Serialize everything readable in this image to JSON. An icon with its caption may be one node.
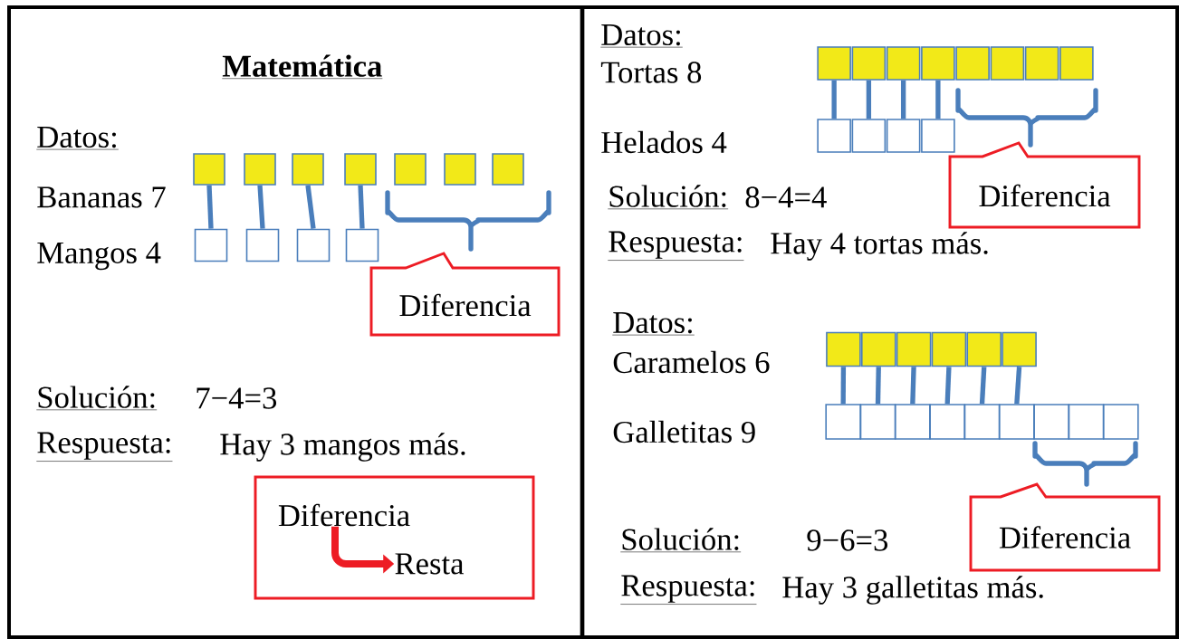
{
  "diagram": {
    "nodes": [
      {
        "text": [],
        "shape": "box"
      },
      {
        "text": [],
        "shape": "box"
      },
      {
        "text": [],
        "shape": "box"
      },
      {
        "text": [],
        "shape": "box"
      },
      {
        "text": [],
        "shape": "box"
      },
      {
        "text": [],
        "shape": "box"
      },
      {
        "text": [],
        "shape": "box"
      },
      {
        "text": [],
        "shape": "box"
      },
      {
        "text": [],
        "shape": "box"
      },
      {
        "text": [],
        "shape": "box"
      },
      {
        "text": [],
        "shape": "box"
      },
      {
        "text": [
          "Diferencia"
        ]
      },
      {
        "text": [],
        "shape": "box"
      },
      {
        "text": [
          "Diferencia"
        ],
        "in": 12
      },
      {
        "text": [
          "Resta"
        ],
        "in": 12
      },
      {
        "text": [],
        "shape": "box"
      },
      {
        "text": [],
        "shape": "box"
      },
      {
        "text": [],
        "shape": "box"
      },
      {
        "text": [],
        "shape": "box"
      },
      {
        "text": [],
        "shape": "box"
      },
      {
        "text": [],
        "shape": "box"
      },
      {
        "text": [],
        "shape": "box"
      },
      {
        "text": [],
        "shape": "box"
      },
      {
        "text": [],
        "shape": "box"
      },
      {
        "text": [],
        "shape": "box"
      },
      {
        "text": [],
        "shape": "box"
      },
      {
        "text": [],
        "shape": "box"
      },
      {
        "text": [
          "Diferencia"
        ]
      },
      {
        "text": [],
        "shape": "box"
      },
      {
        "text": [],
        "shape": "box"
      },
      {
        "text": [],
        "shape": "box"
      },
      {
        "text": [],
        "shape": "box"
      },
      {
        "text": [],
        "shape": "box"
      },
      {
        "text": [],
        "shape": "box"
      },
      {
        "text": [],
        "shape": "box"
      },
      {
        "text": [],
        "shape": "box"
      },
      {
        "text": [],
        "shape": "box"
      },
      {
        "text": [],
        "shape": "box"
      },
      {
        "text": [],
        "shape": "box"
      },
      {
        "text": [],
        "shape": "box"
      },
      {
        "text": [],
        "shape": "box"
      },
      {
        "text": [],
        "shape": "box"
      },
      {
        "text": [],
        "shape": "box"
      },
      {
        "text": [
          "Diferencia"
        ]
      }
    ],
    "edges": [
      {
        "from": 0,
        "to": 7,
        "arrow": "none"
      },
      {
        "from": 1,
        "to": 8,
        "arrow": "none"
      },
      {
        "from": 2,
        "to": 9,
        "arrow": "none"
      },
      {
        "from": 3,
        "to": 10,
        "arrow": "none"
      },
      {
        "from": 13,
        "to": 14,
        "arrow": "to",
        "color": "#ed1c24"
      },
      {
        "from": 15,
        "to": 23,
        "arrow": "none"
      },
      {
        "from": 16,
        "to": 24,
        "arrow": "none"
      },
      {
        "from": 17,
        "to": 25,
        "arrow": "none"
      },
      {
        "from": 18,
        "to": 26,
        "arrow": "none"
      },
      {
        "from": 28,
        "to": 34,
        "arrow": "none"
      },
      {
        "from": 29,
        "to": 35,
        "arrow": "none"
      },
      {
        "from": 30,
        "to": 36,
        "arrow": "none"
      },
      {
        "from": 31,
        "to": 37,
        "arrow": "none"
      },
      {
        "from": 32,
        "to": 38,
        "arrow": "none"
      },
      {
        "from": 33,
        "to": 39,
        "arrow": "none"
      }
    ],
    "labels": [
      "Matemática",
      "Datos:",
      "Bananas 7",
      "Mangos 4",
      "Solución:",
      "7−4=3",
      "Respuesta:",
      "Hay 3 mangos más.",
      "Datos:",
      "Tortas 8",
      "Helados 4",
      "Solución:",
      "8−4=4",
      "Respuesta:",
      "Hay 4 tortas más.",
      "Datos:",
      "Caramelos 6",
      "Galletitas 9",
      "Solución:",
      "9−6=3",
      "Respuesta:",
      "Hay 3 galletitas más."
    ]
  }
}
